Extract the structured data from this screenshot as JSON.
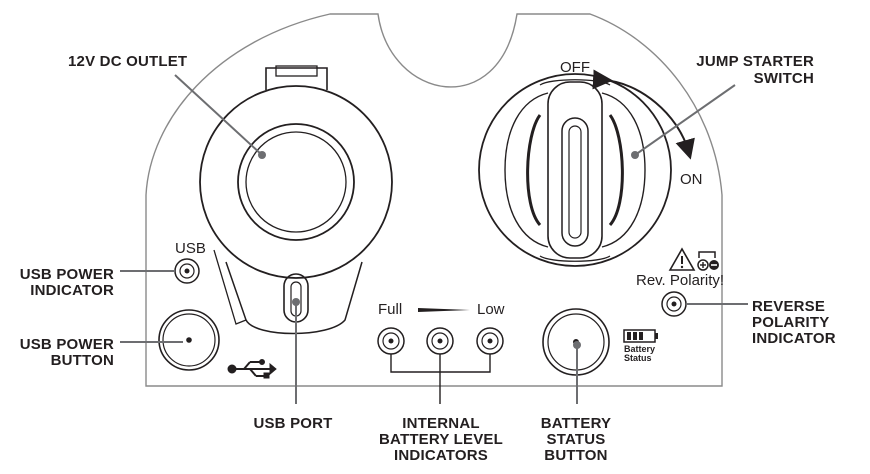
{
  "labels": {
    "dc_outlet": "12V DC OUTLET",
    "jump_switch_1": "JUMP STARTER",
    "jump_switch_2": "SWITCH",
    "off": "OFF",
    "on": "ON",
    "usb_small": "USB",
    "usb_indicator_1": "USB POWER",
    "usb_indicator_2": "INDICATOR",
    "usb_button_1": "USB POWER",
    "usb_button_2": "BUTTON",
    "usb_port": "USB PORT",
    "full": "Full",
    "low": "Low",
    "battery_level_1": "INTERNAL",
    "battery_level_2": "BATTERY LEVEL",
    "battery_level_3": "INDICATORS",
    "battery_status_small_1": "Battery",
    "battery_status_small_2": "Status",
    "battery_status_1": "BATTERY",
    "battery_status_2": "STATUS",
    "battery_status_3": "BUTTON",
    "rev_polarity": "Rev. Polarity!",
    "reverse_1": "REVERSE",
    "reverse_2": "POLARITY",
    "reverse_3": "INDICATOR"
  }
}
